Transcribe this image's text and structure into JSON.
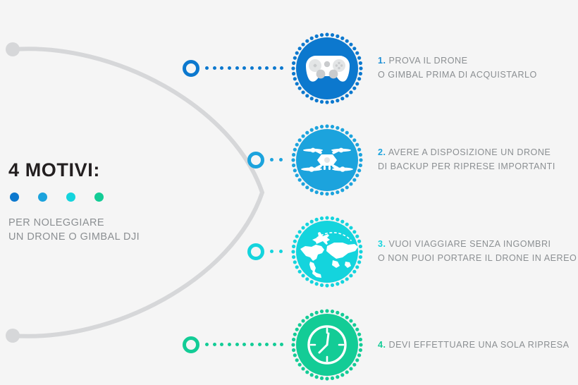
{
  "background_color": "#f5f5f5",
  "heading": {
    "title": "4 MOTIVI:",
    "title_color": "#231f20",
    "subtitle_line1": "PER NOLEGGIARE",
    "subtitle_line2": "UN DRONE O GIMBAL DJI",
    "subtitle_color": "#8b8f92",
    "swatches": [
      {
        "name": "swatch-blue-dark",
        "color": "#0c78ce"
      },
      {
        "name": "swatch-blue",
        "color": "#1ca3dd"
      },
      {
        "name": "swatch-cyan",
        "color": "#14d4dd"
      },
      {
        "name": "swatch-green",
        "color": "#13cc96"
      }
    ]
  },
  "arc": {
    "stroke_color": "#d6d7d9",
    "endpoint_color": "#d6d7d9"
  },
  "rows": [
    {
      "index": "1.",
      "number_color": "#1c8ed6",
      "accent_color": "#0c78ce",
      "icon": "gamepad-icon",
      "text_line1": "PROVA IL DRONE",
      "text_line2": "O GIMBAL PRIMA DI ACQUISTARLO",
      "text_color": "#8b8f92"
    },
    {
      "index": "2.",
      "number_color": "#1ca3dd",
      "accent_color": "#1ca3dd",
      "icon": "drone-icon",
      "text_line1": "AVERE A DISPOSIZIONE UN DRONE",
      "text_line2": "DI BACKUP PER RIPRESE IMPORTANTI",
      "text_color": "#8b8f92"
    },
    {
      "index": "3.",
      "number_color": "#14d4dd",
      "accent_color": "#14d4dd",
      "icon": "globe-airplane-icon",
      "text_line1": "VUOI VIAGGIARE SENZA INGOMBRI",
      "text_line2": "O NON PUOI PORTARE IL DRONE IN AEREO",
      "text_color": "#8b8f92"
    },
    {
      "index": "4.",
      "number_color": "#13cc96",
      "accent_color": "#13cc96",
      "icon": "clock-icon",
      "text_line1": "DEVI EFFETTUARE UNA SOLA RIPRESA",
      "text_line2": "",
      "text_color": "#8b8f92"
    }
  ]
}
